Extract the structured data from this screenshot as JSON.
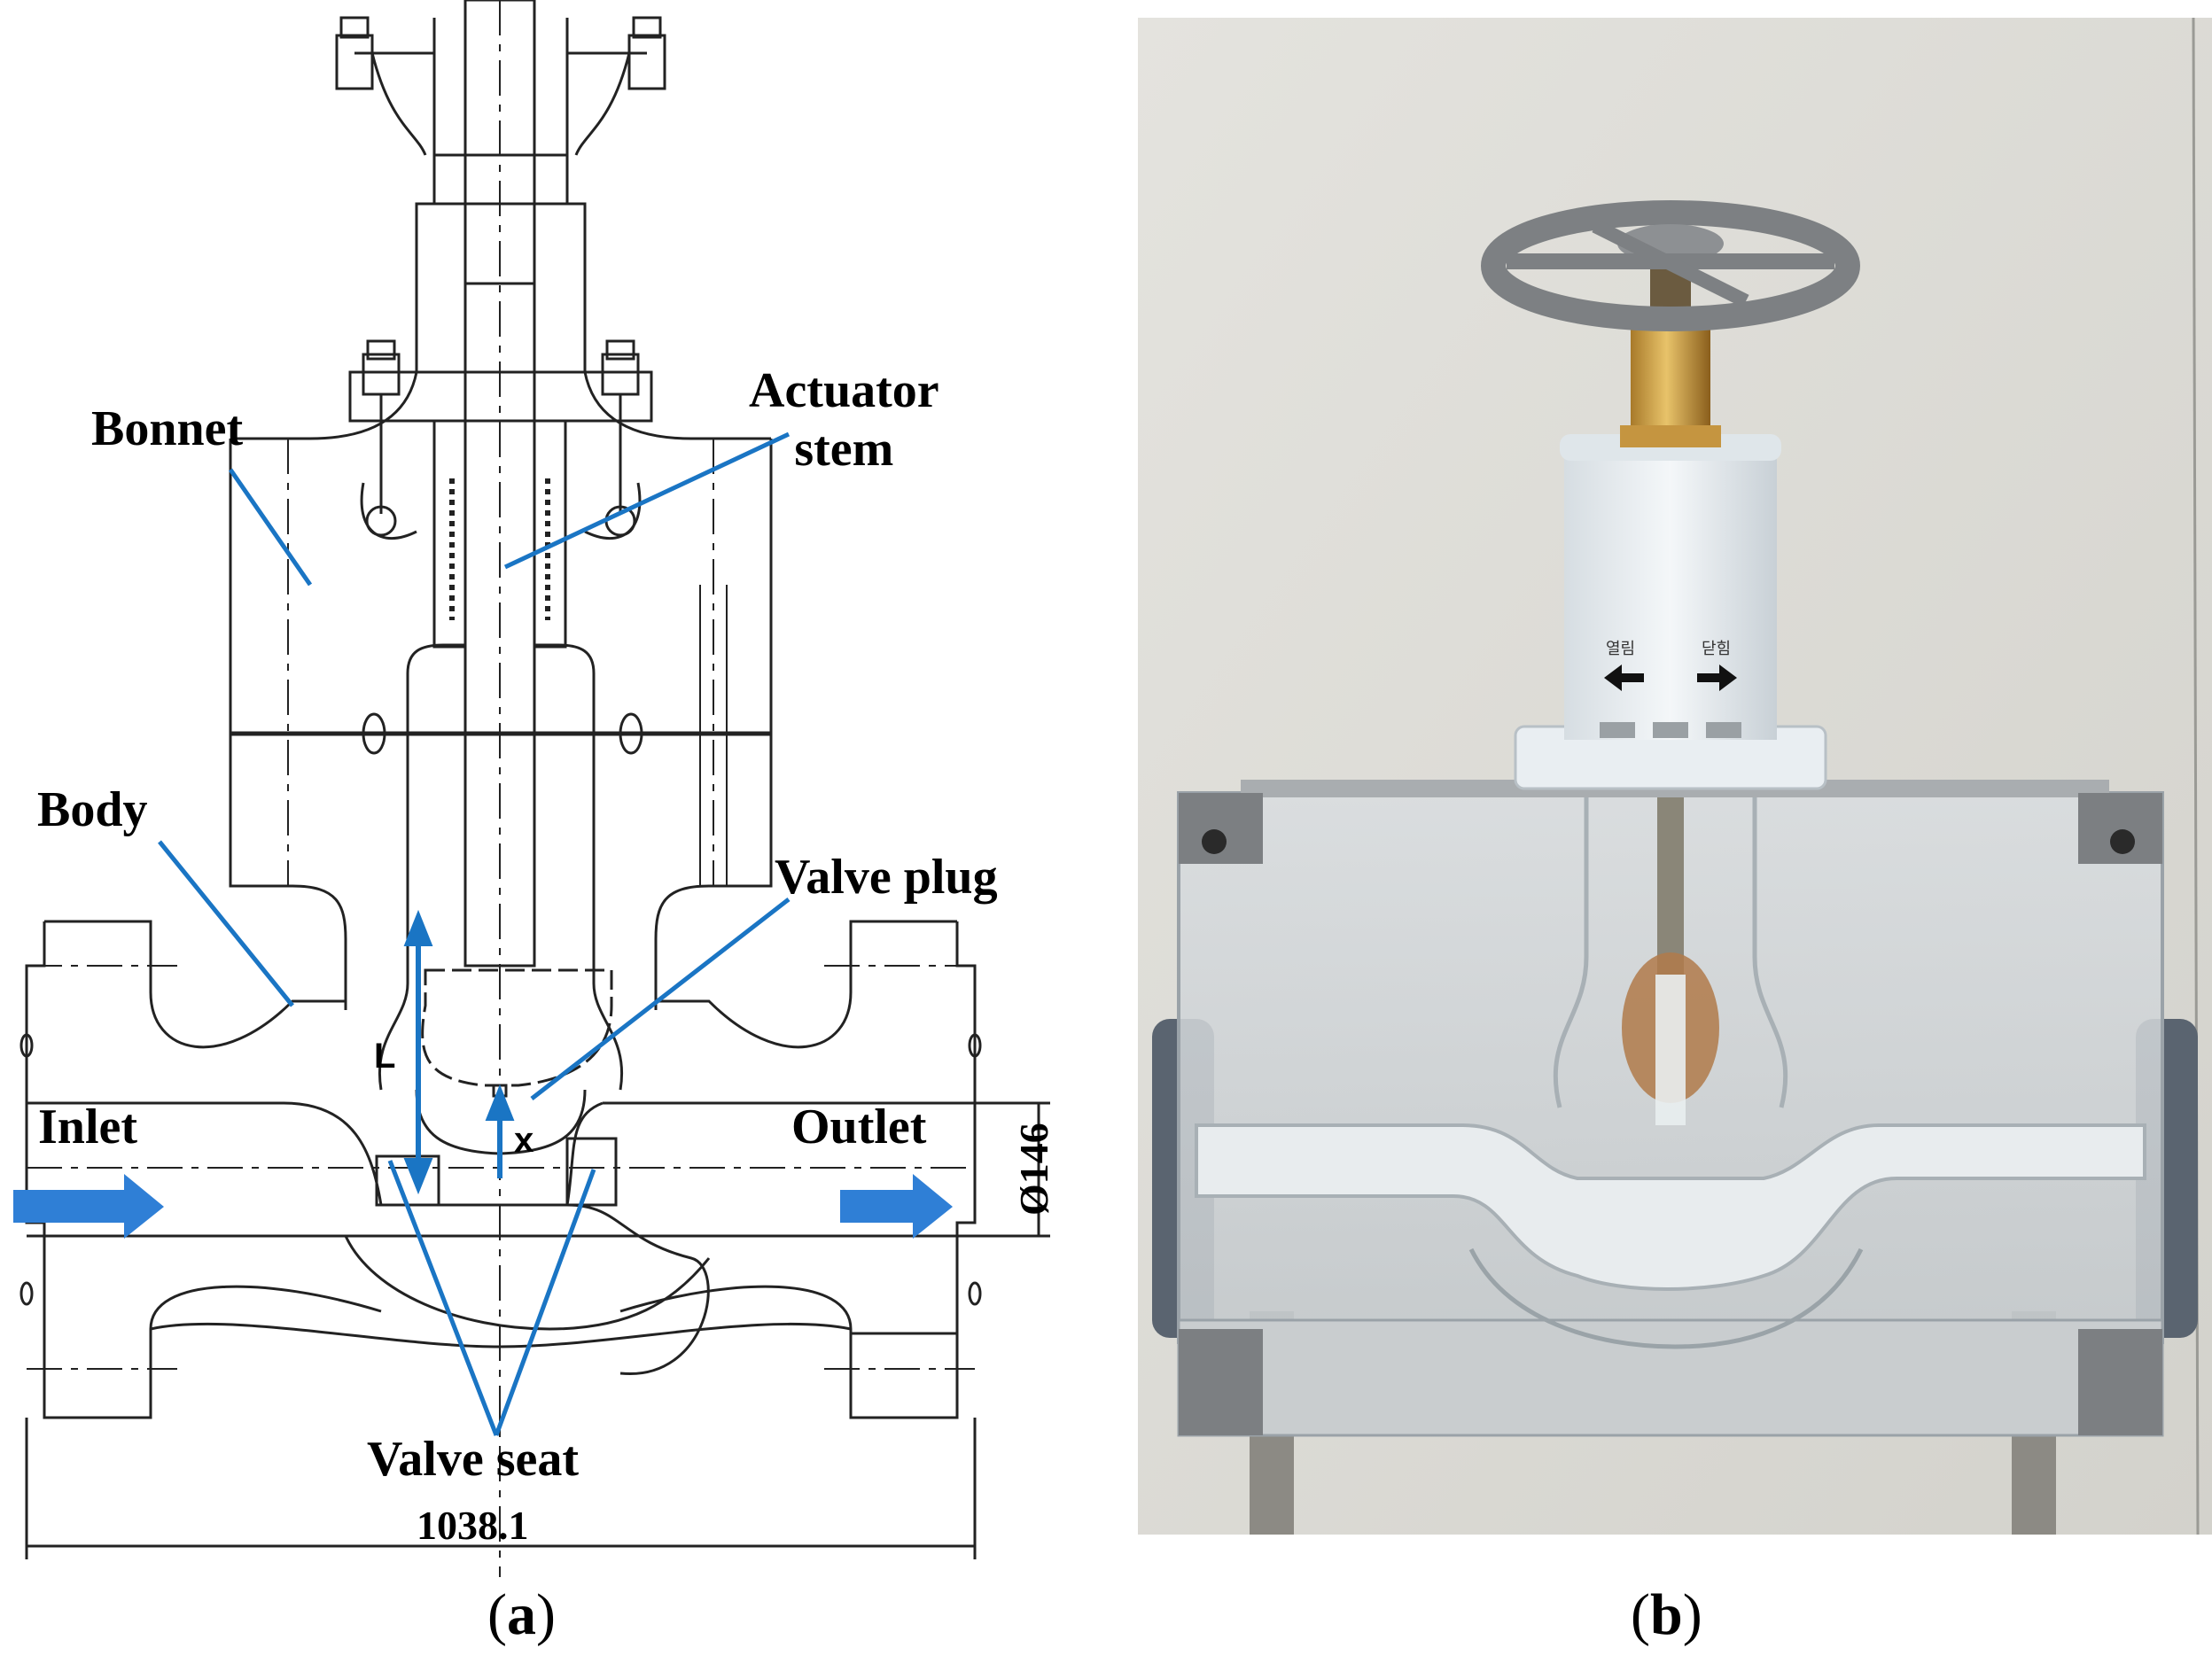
{
  "panel_a": {
    "labels": {
      "bonnet": "Bonnet",
      "actuator_stem": "Actuator\nstem",
      "body": "Body",
      "valve_plug": "Valve plug",
      "inlet": "Inlet",
      "outlet": "Outlet",
      "valve_seat": "Valve seat",
      "length_label": "L",
      "x_label": "x",
      "diameter_dim": "Ø146",
      "width_dim": "1038.1"
    },
    "caption_letter": "a",
    "colors": {
      "callout": "#1a75c4",
      "flow_arrow": "#2f7fd6",
      "line": "#222222"
    }
  },
  "panel_b": {
    "caption_letter": "b",
    "korean_labels": [
      "열림",
      "닫힘"
    ]
  }
}
